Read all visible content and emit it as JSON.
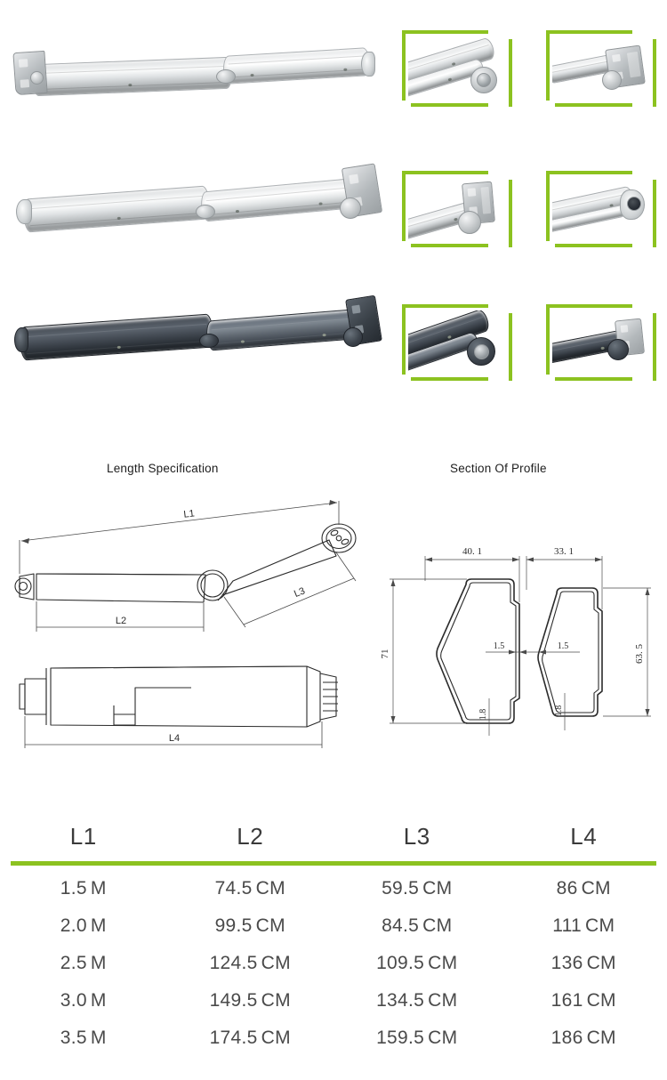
{
  "theme": {
    "accent_green": "#8CC220",
    "background": "#FFFFFF",
    "text_dark": "#3A3A3A"
  },
  "product_rows": [
    {
      "id": "row-silver-folded",
      "finish": "silver",
      "main_photo_alt": "silver-folding-arm-side-view",
      "callouts": [
        {
          "alt": "arm-elbow-joint-closeup"
        },
        {
          "alt": "arm-wall-bracket-closeup"
        }
      ]
    },
    {
      "id": "row-silver-extended",
      "finish": "silver",
      "main_photo_alt": "silver-folding-arm-with-bracket",
      "callouts": [
        {
          "alt": "arm-shoulder-mount-closeup"
        },
        {
          "alt": "arm-end-pivot-closeup"
        }
      ]
    },
    {
      "id": "row-charcoal",
      "finish": "charcoal",
      "main_photo_alt": "charcoal-folding-arm-side-view",
      "callouts": [
        {
          "alt": "charcoal-arm-elbow-joint-closeup"
        },
        {
          "alt": "charcoal-arm-bracket-closeup"
        }
      ]
    }
  ],
  "sections": {
    "length_title": "Length Specification",
    "profile_title": "Section Of Profile"
  },
  "length_drawing": {
    "labels": {
      "l1": "L1",
      "l2": "L2",
      "l3": "L3",
      "l4": "L4"
    }
  },
  "profile_drawing": {
    "left_profile": {
      "width": "40. 1",
      "height": "71",
      "wall_side": "1.5",
      "wall_bottom": "1.8"
    },
    "right_profile": {
      "width": "33. 1",
      "height": "63. 5",
      "wall_side": "1.5",
      "wall_bottom": "1.8"
    }
  },
  "chart_data": {
    "type": "table",
    "title": "Arm Length Specification",
    "columns": [
      "L1",
      "L2",
      "L3",
      "L4"
    ],
    "rows": [
      [
        "1.5 M",
        "74.5 CM",
        "59.5 CM",
        "86 CM"
      ],
      [
        "2.0 M",
        "99.5 CM",
        "84.5 CM",
        "111 CM"
      ],
      [
        "2.5 M",
        "124.5 CM",
        "109.5 CM",
        "136 CM"
      ],
      [
        "3.0 M",
        "149.5 CM",
        "134.5 CM",
        "161 CM"
      ],
      [
        "3.5 M",
        "174.5 CM",
        "159.5 CM",
        "186 CM"
      ]
    ],
    "units": {
      "L1": "M",
      "L2": "CM",
      "L3": "CM",
      "L4": "CM"
    }
  },
  "spec_table": {
    "headers": [
      {
        "label": "L1"
      },
      {
        "label": "L2"
      },
      {
        "label": "L3"
      },
      {
        "label": "L4"
      }
    ],
    "rows": [
      {
        "l1_value": "1.5",
        "l1_unit": "M",
        "l2_value": "74.5",
        "l2_unit": "CM",
        "l3_value": "59.5",
        "l3_unit": "CM",
        "l4_value": "86",
        "l4_unit": "CM"
      },
      {
        "l1_value": "2.0",
        "l1_unit": "M",
        "l2_value": "99.5",
        "l2_unit": "CM",
        "l3_value": "84.5",
        "l3_unit": "CM",
        "l4_value": "111",
        "l4_unit": "CM"
      },
      {
        "l1_value": "2.5",
        "l1_unit": "M",
        "l2_value": "124.5",
        "l2_unit": "CM",
        "l3_value": "109.5",
        "l3_unit": "CM",
        "l4_value": "136",
        "l4_unit": "CM"
      },
      {
        "l1_value": "3.0",
        "l1_unit": "M",
        "l2_value": "149.5",
        "l2_unit": "CM",
        "l3_value": "134.5",
        "l3_unit": "CM",
        "l4_value": "161",
        "l4_unit": "CM"
      },
      {
        "l1_value": "3.5",
        "l1_unit": "M",
        "l2_value": "174.5",
        "l2_unit": "CM",
        "l3_value": "159.5",
        "l3_unit": "CM",
        "l4_value": "186",
        "l4_unit": "CM"
      }
    ]
  }
}
